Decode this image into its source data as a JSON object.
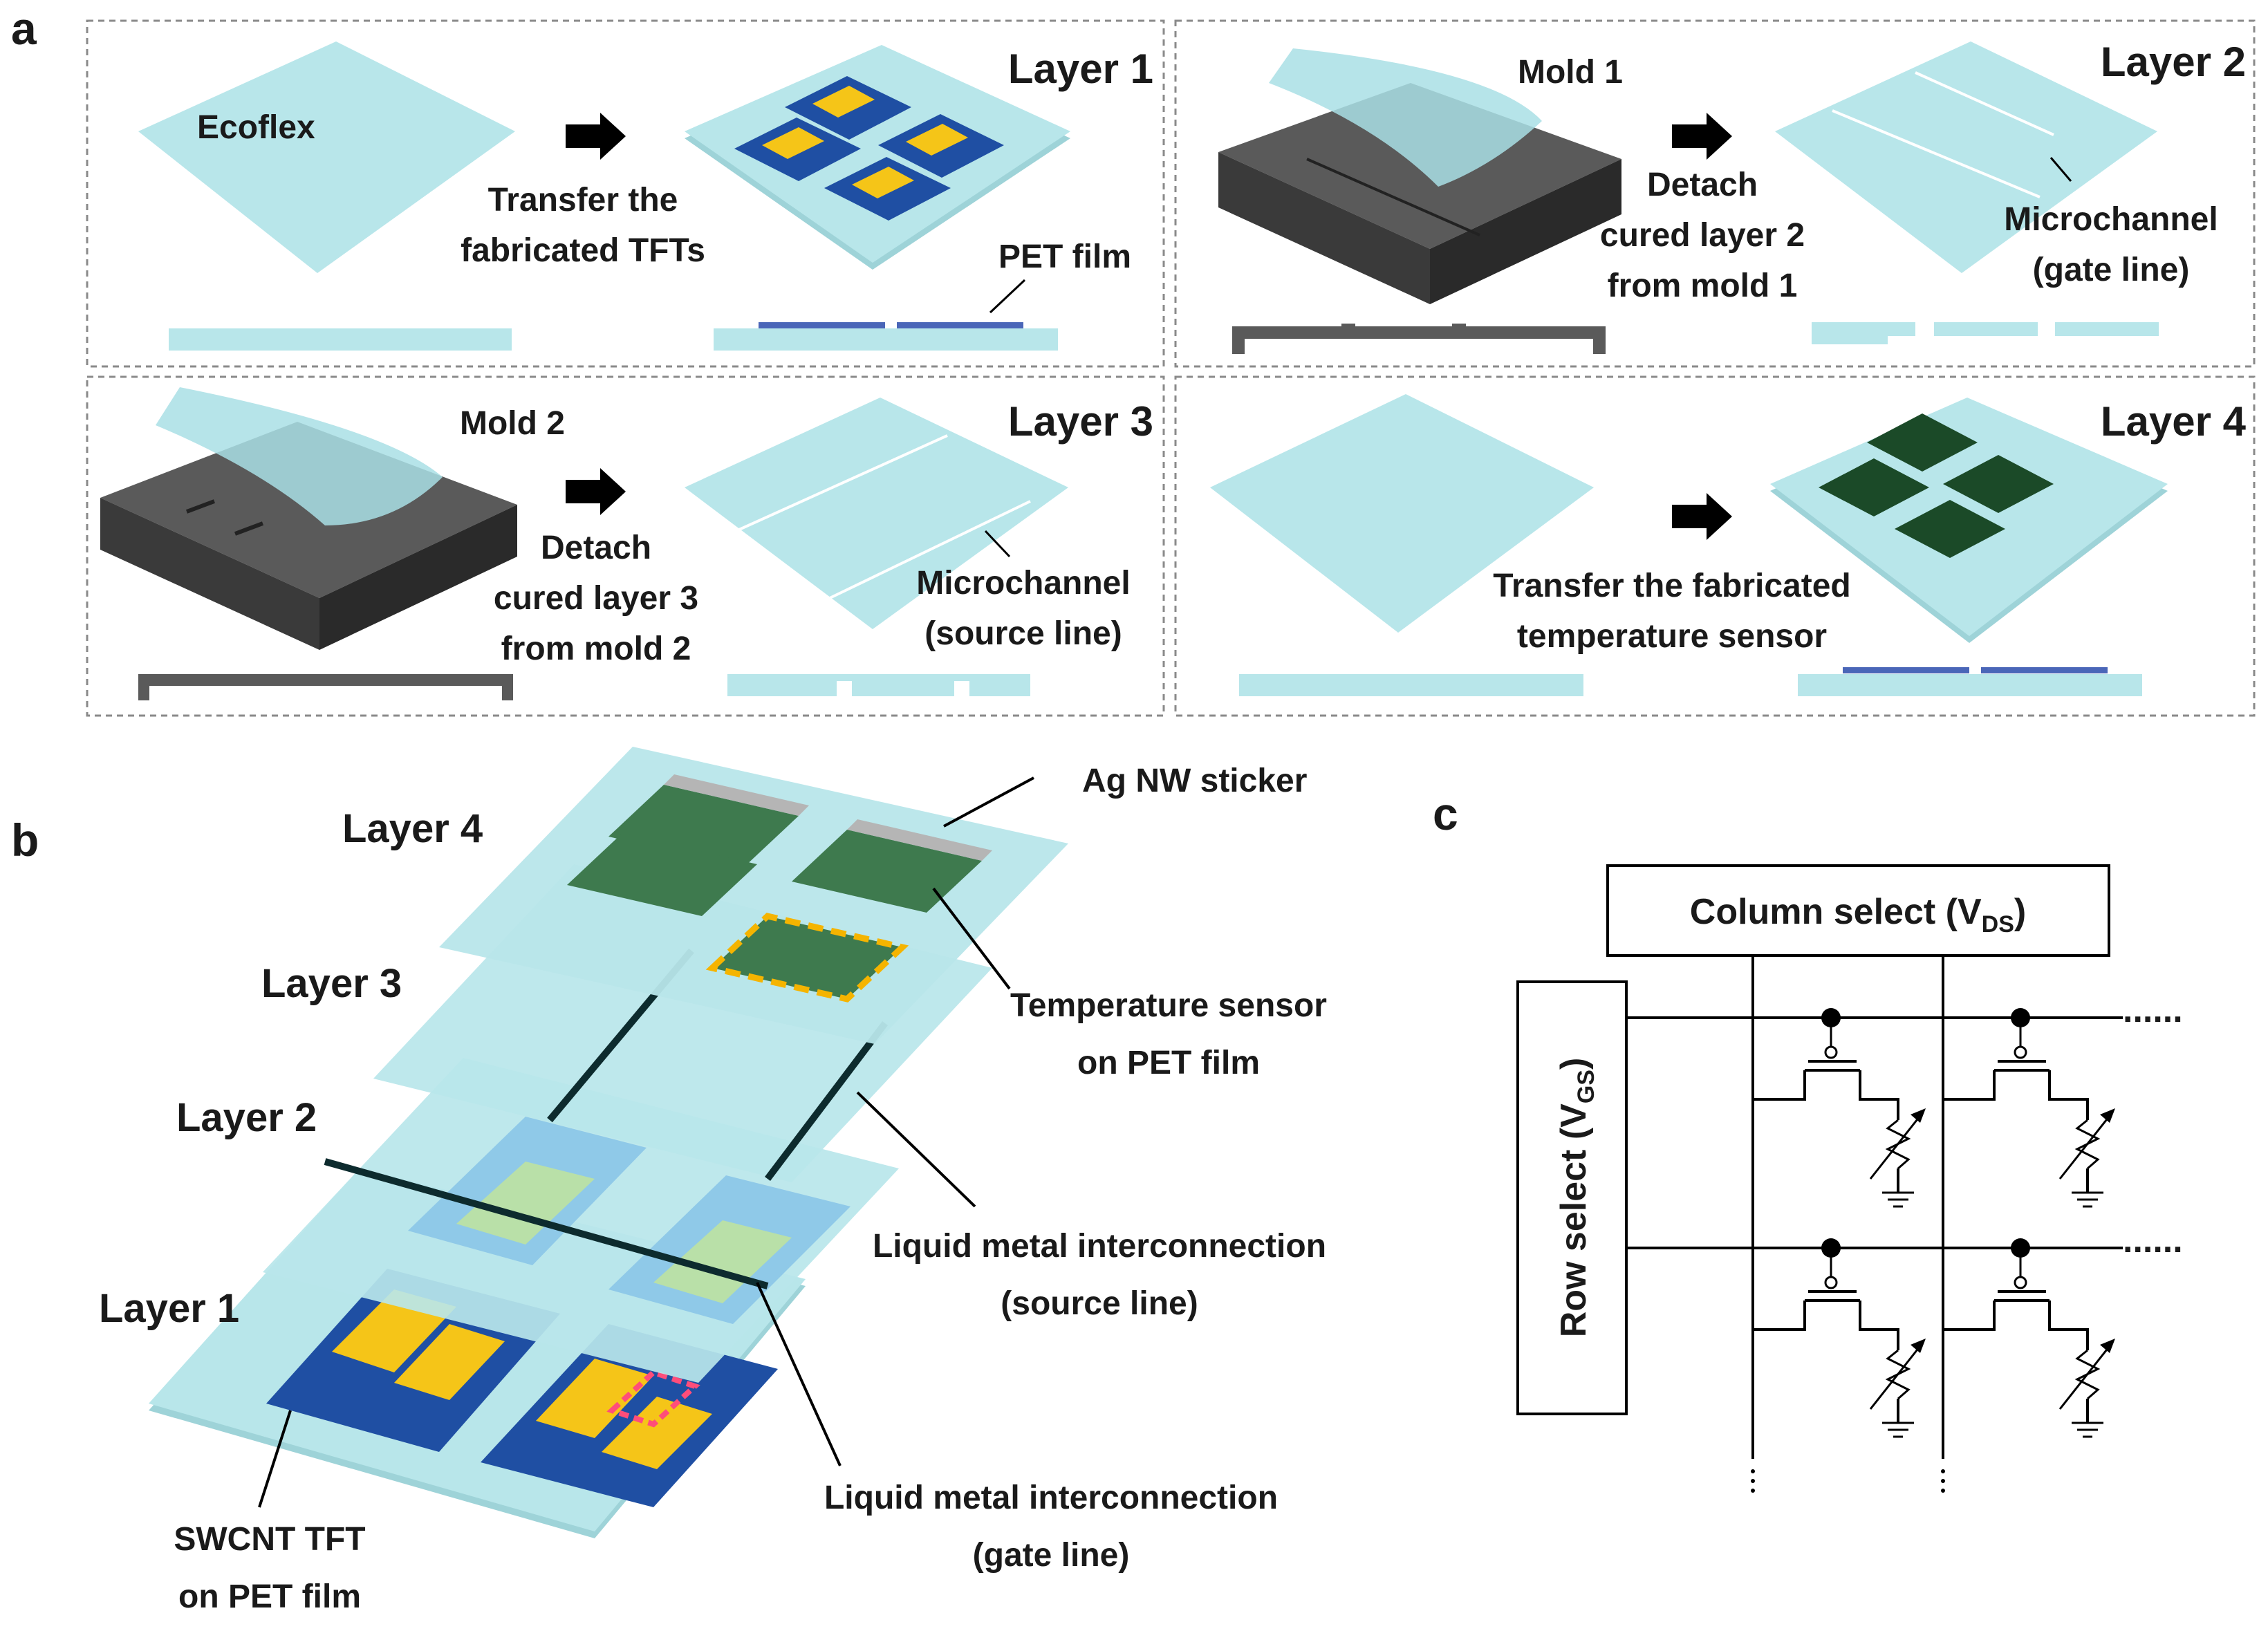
{
  "panel_a": {
    "letter": "a",
    "step1": {
      "material_label": "Ecoflex",
      "action_line1": "Transfer the",
      "action_line2": "fabricated TFTs",
      "layer_title": "Layer 1",
      "film_label": "PET film"
    },
    "step2": {
      "mold_label": "Mold 1",
      "action_line1": "Detach",
      "action_line2": "cured layer 2",
      "action_line3": "from mold 1",
      "layer_title": "Layer 2",
      "channel_line1": "Microchannel",
      "channel_line2": "(gate line)"
    },
    "step3": {
      "mold_label": "Mold 2",
      "action_line1": "Detach",
      "action_line2": "cured layer 3",
      "action_line3": "from mold 2",
      "layer_title": "Layer 3",
      "channel_line1": "Microchannel",
      "channel_line2": "(source line)"
    },
    "step4": {
      "action_line1": "Transfer the fabricated",
      "action_line2": "temperature sensor",
      "layer_title": "Layer 4"
    }
  },
  "panel_b": {
    "letter": "b",
    "layer4": "Layer 4",
    "layer3": "Layer 3",
    "layer2": "Layer 2",
    "layer1": "Layer 1",
    "sticker_label": "Ag NW sticker",
    "sensor_line1": "Temperature sensor",
    "sensor_line2": "on PET film",
    "source_line1": "Liquid metal interconnection",
    "source_line2": "(source line)",
    "gate_line1": "Liquid metal interconnection",
    "gate_line2": "(gate line)",
    "tft_line1": "SWCNT TFT",
    "tft_line2": "on PET film"
  },
  "panel_c": {
    "letter": "c",
    "column_label": "Column select (V",
    "column_sub": "DS",
    "column_close": ")",
    "row_label": "Row select (V",
    "row_sub": "GS",
    "row_close": ")",
    "continuation": "......"
  },
  "colors": {
    "ecoflex": "#b8e6ea",
    "tft_substrate": "#1f4fa3",
    "electrode": "#f5c518",
    "sensor": "#1b4a28",
    "mold": "#555555",
    "liquid_metal": "#0d2b2e"
  }
}
